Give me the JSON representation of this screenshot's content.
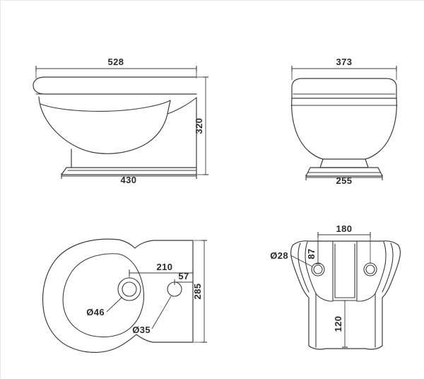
{
  "drawing": {
    "title": "Back-to-wall WC pan technical drawing",
    "units": "mm",
    "line_color": "#3b3b3b",
    "text_color": "#2b2b2b",
    "background_color": "#ffffff"
  },
  "views": {
    "side": {
      "name": "side-elevation",
      "dimensions": {
        "overall_length": "528",
        "height": "320",
        "base_length": "430"
      }
    },
    "front": {
      "name": "front-elevation",
      "dimensions": {
        "overall_width": "373",
        "base_width": "255"
      }
    },
    "plan": {
      "name": "plan-view",
      "dimensions": {
        "outlet_offset": "210",
        "small_hole_offset": "57",
        "depth": "285",
        "outlet_diameter": "Ø46",
        "small_hole_diameter": "Ø35"
      }
    },
    "back": {
      "name": "back-view",
      "dimensions": {
        "fixing_centres": "180",
        "fixing_height": "87",
        "recess_height": "120",
        "fixing_hole_diameter": "Ø28"
      }
    }
  }
}
